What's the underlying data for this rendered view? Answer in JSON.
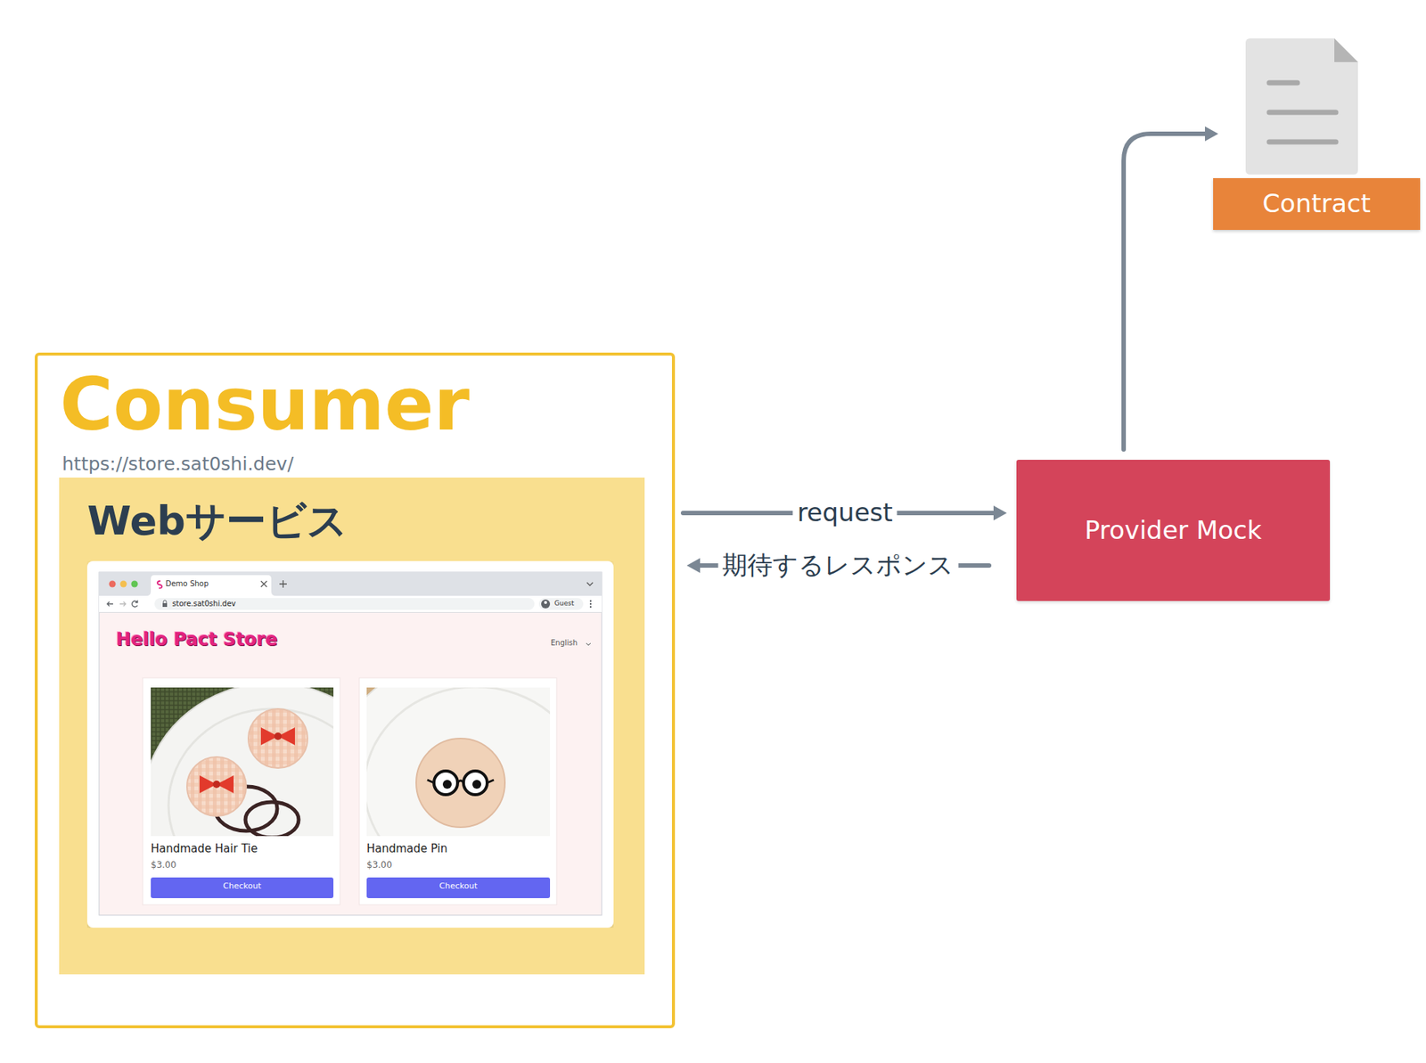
{
  "diagram": {
    "nodes": [
      {
        "text": [
          "Consumer",
          "https://store.sat0shi.dev/"
        ]
      },
      {
        "text": [
          "Webサービス"
        ],
        "in": 0
      },
      {
        "text": [
          "Provider Mock"
        ]
      },
      {
        "text": [
          "Contract"
        ]
      }
    ],
    "edges": [
      {
        "from": 0,
        "to": 2,
        "label": "request",
        "arrow": "to"
      },
      {
        "from": 2,
        "to": 0,
        "label": "期待するレスポンス",
        "arrow": "to"
      },
      {
        "from": 2,
        "to": 3,
        "arrow": "to"
      }
    ],
    "labels": [
      "Demo Shop",
      "store.sat0shi.dev",
      "Guest",
      "Hello Pact Store",
      "English",
      "Handmade Hair Tie",
      "$3.00",
      "Checkout",
      "Handmade Pin",
      "$3.00",
      "Checkout"
    ]
  }
}
